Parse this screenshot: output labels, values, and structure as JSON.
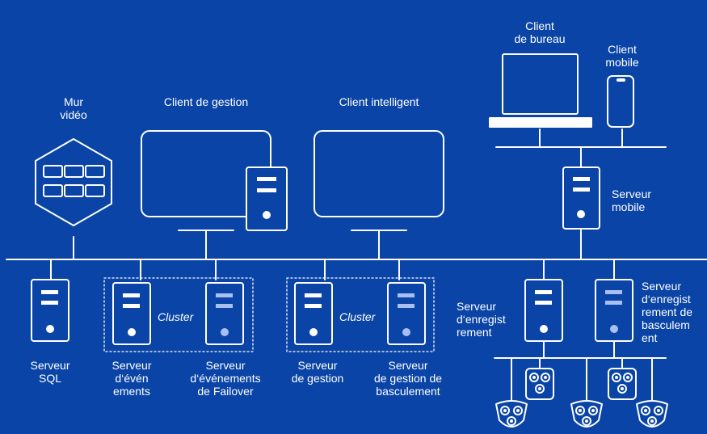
{
  "colors": {
    "background": "#0a44a6",
    "stroke": "#ffffff",
    "failover_accent": "#a9bff2",
    "server_panel": "#0a44a6"
  },
  "labels": {
    "video_wall": "Mur\nvidéo",
    "management_client": "Client de gestion",
    "smart_client": "Client intelligent",
    "desktop_client": "Client\nde bureau",
    "mobile_client": "Client\nmobile",
    "mobile_server": "Serveur\nmobile",
    "sql_server": "Serveur\nSQL",
    "event_server": "Serveur\nd‘évén\nements",
    "event_failover_server": "Serveur\nd‘événements\nde Failover",
    "cluster_1": "Cluster",
    "cluster_2": "Cluster",
    "management_server": "Serveur\nde gestion",
    "management_failover_server": "Serveur\nde gestion de\nbasculement",
    "recording_server": "Serveur\nd‘enregist\nrement",
    "failover_recording_server": "Serveur\nd‘enregist\nrement de\nbasculem\nent"
  },
  "icons": {
    "video_wall": "video-wall-hexagon-icon",
    "monitor": "monitor-icon",
    "laptop": "laptop-icon",
    "phone": "smartphone-icon",
    "server": "server-tower-icon",
    "camera": "camera-icon"
  }
}
